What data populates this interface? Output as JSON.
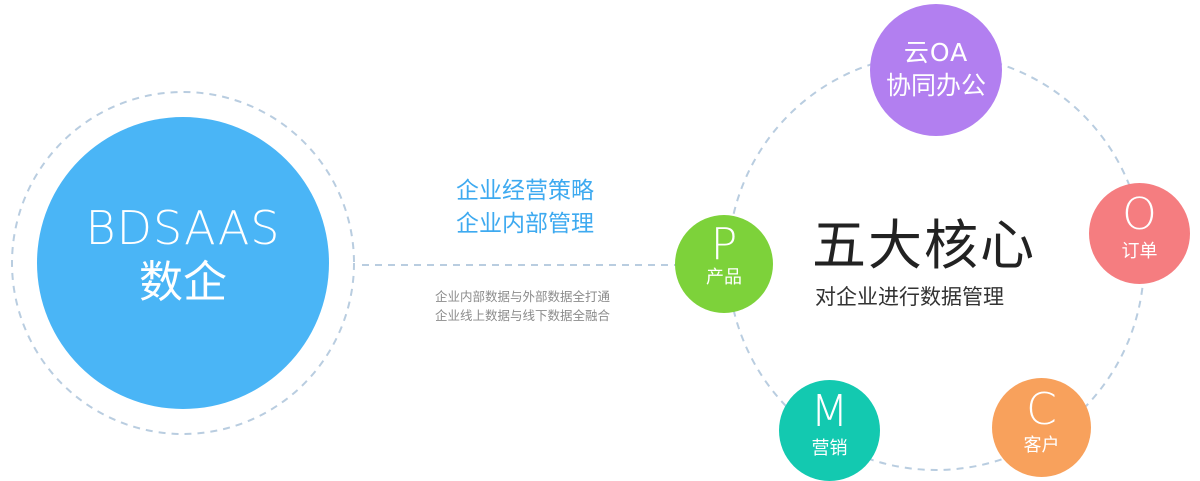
{
  "brand": {
    "title": "BDSAAS",
    "subtitle": "数企"
  },
  "middle": {
    "strategy_lines": [
      "企业经营策略",
      "企业内部管理"
    ],
    "detail_lines": [
      "企业内部数据与外部数据全打通",
      "企业线上数据与线下数据全融合"
    ]
  },
  "core": {
    "title": "五大核心",
    "subtitle": "对企业进行数据管理"
  },
  "nodes": {
    "oa": {
      "line1": "云OA",
      "line2": "协同办公",
      "color": "#b27ff0"
    },
    "p": {
      "letter": "P",
      "label": "产品",
      "color": "#7dd23a"
    },
    "o": {
      "letter": "O",
      "label": "订单",
      "color": "#f57d80"
    },
    "m": {
      "letter": "M",
      "label": "营销",
      "color": "#13c9b0"
    },
    "c": {
      "letter": "C",
      "label": "客户",
      "color": "#f8a15c"
    }
  },
  "colors": {
    "brand_blue": "#4ab5f6",
    "dashed_line": "#b9cde0",
    "accent_text": "#3eaaf0"
  }
}
